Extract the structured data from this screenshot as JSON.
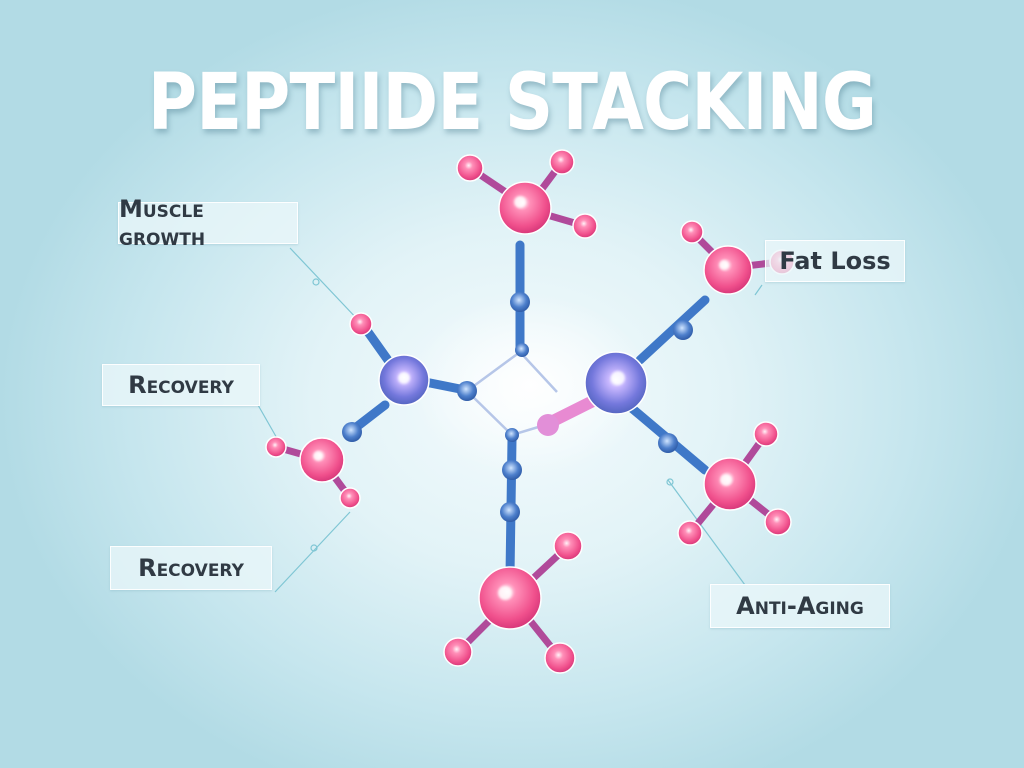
{
  "title": "PEPTIIDE STACKING",
  "labels": {
    "muscle_growth": "Muscle growth",
    "fat_loss": "Fat Loss",
    "recovery_1": "Recovery",
    "recovery_2": "Recovery",
    "anti_aging": "Anti-Aging"
  },
  "colors": {
    "background": "#c6e6ee",
    "background_center": "#f4fbfd",
    "title": "#ffffff",
    "label_text": "#303a44",
    "atom_pink": "#f0508c",
    "atom_violet": "#7a7ee0",
    "bond_blue": "#3f78c8",
    "bond_magenta": "#b04a9a",
    "connector_line": "#7fc6d4"
  }
}
